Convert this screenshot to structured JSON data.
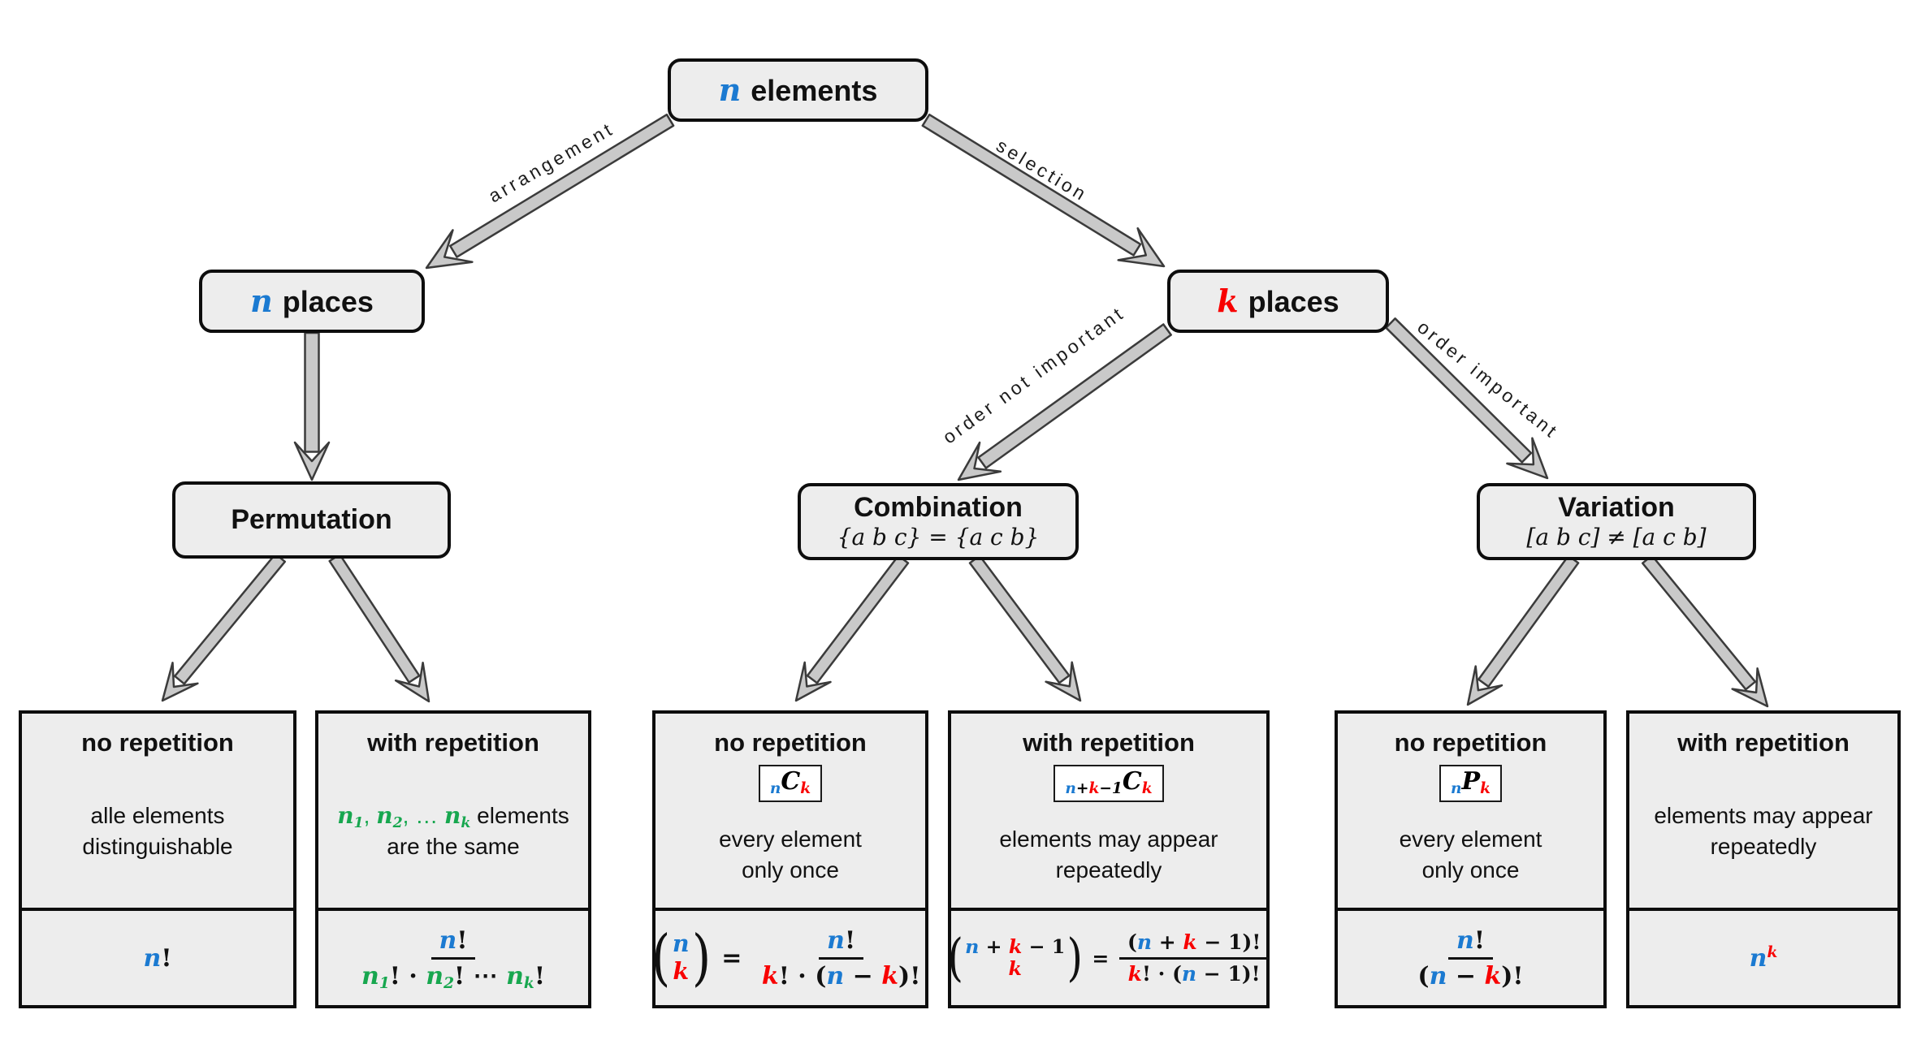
{
  "palette": {
    "blue": "#1B7AD1",
    "red": "#F80000",
    "green": "#17A74F",
    "node_fill": "#EDEDED",
    "node_border": "#0D0D0D",
    "arrow_fill": "#C9C9C9",
    "arrow_outline": "#3B3B3B",
    "background": "#FFFFFF"
  },
  "nodes": {
    "root": {
      "var": "n",
      "label": "elements"
    },
    "n_places": {
      "var": "n",
      "label": "places"
    },
    "k_places": {
      "var": "k",
      "label": "places"
    },
    "permutation": {
      "title": "Permutation",
      "subtitle": ""
    },
    "combination": {
      "title": "Combination",
      "subtitle": "{a b c} = {a c b}"
    },
    "variation": {
      "title": "Variation",
      "subtitle": "[a b c] ≠ [a c b]"
    }
  },
  "edges": {
    "arrangement": "arrangement",
    "selection": "selection",
    "order_not_important": "order not important",
    "order_important": "order important"
  },
  "leaves": [
    {
      "title": "no repetition",
      "sym": null,
      "desc": [
        [
          {
            "t": "alle elements"
          }
        ],
        [
          {
            "t": "distinguishable"
          }
        ]
      ],
      "formula": [
        {
          "t": "n",
          "c": "b",
          "v": true
        },
        {
          "t": "!"
        }
      ]
    },
    {
      "title": "with repetition",
      "sym": null,
      "desc": [
        [
          {
            "t": "n",
            "c": "g",
            "v": true,
            "sub": [
              {
                "t": "1",
                "c": "g"
              }
            ]
          },
          {
            "t": ", ",
            "c": "g"
          },
          {
            "t": "n",
            "c": "g",
            "v": true,
            "sub": [
              {
                "t": "2",
                "c": "g"
              }
            ]
          },
          {
            "t": ", … ",
            "c": "g"
          },
          {
            "t": "n",
            "c": "g",
            "v": true,
            "sub": [
              {
                "t": "k",
                "c": "g",
                "v": true
              }
            ]
          },
          {
            "t": " elements"
          }
        ],
        [
          {
            "t": "are the same"
          }
        ]
      ],
      "formula": [
        {
          "frac": {
            "num": [
              {
                "t": "n",
                "c": "b",
                "v": true
              },
              {
                "t": "!"
              }
            ],
            "den": [
              {
                "t": "n",
                "c": "g",
                "v": true,
                "sub": [
                  {
                    "t": "1",
                    "c": "g"
                  }
                ]
              },
              {
                "t": "! · "
              },
              {
                "t": "n",
                "c": "g",
                "v": true,
                "sub": [
                  {
                    "t": "2",
                    "c": "g"
                  }
                ]
              },
              {
                "t": "! ⋯ "
              },
              {
                "t": "n",
                "c": "g",
                "v": true,
                "sub": [
                  {
                    "t": "k",
                    "c": "g",
                    "v": true
                  }
                ]
              },
              {
                "t": "!"
              }
            ]
          }
        }
      ]
    },
    {
      "title": "no repetition",
      "sym": [
        {
          "presub": [
            {
              "t": "n",
              "c": "b",
              "v": true
            }
          ],
          "t": "C",
          "v": true,
          "sub": [
            {
              "t": "k",
              "c": "r",
              "v": true
            }
          ]
        }
      ],
      "desc": [
        [
          {
            "t": "every element"
          }
        ],
        [
          {
            "t": "only once"
          }
        ]
      ],
      "formula": [
        {
          "binom": {
            "top": [
              {
                "t": "n",
                "c": "b",
                "v": true
              }
            ],
            "bottom": [
              {
                "t": "k",
                "c": "r",
                "v": true
              }
            ]
          }
        },
        {
          "t": " = "
        },
        {
          "frac": {
            "num": [
              {
                "t": "n",
                "c": "b",
                "v": true
              },
              {
                "t": "!"
              }
            ],
            "den": [
              {
                "t": "k",
                "c": "r",
                "v": true
              },
              {
                "t": "! · ("
              },
              {
                "t": "n",
                "c": "b",
                "v": true
              },
              {
                "t": " − "
              },
              {
                "t": "k",
                "c": "r",
                "v": true
              },
              {
                "t": ")!"
              }
            ]
          }
        }
      ]
    },
    {
      "title": "with repetition",
      "sym": [
        {
          "presub": [
            {
              "t": "n",
              "c": "b",
              "v": true
            },
            {
              "t": "+"
            },
            {
              "t": "k",
              "c": "r",
              "v": true
            },
            {
              "t": "−1"
            }
          ],
          "t": "C",
          "v": true,
          "sub": [
            {
              "t": "k",
              "c": "r",
              "v": true
            }
          ]
        }
      ],
      "desc": [
        [
          {
            "t": "elements may appear"
          }
        ],
        [
          {
            "t": "repeatedly"
          }
        ]
      ],
      "formula": [
        {
          "binom": {
            "top": [
              {
                "t": "n",
                "c": "b",
                "v": true
              },
              {
                "t": " + "
              },
              {
                "t": "k",
                "c": "r",
                "v": true
              },
              {
                "t": " − 1"
              }
            ],
            "bottom": [
              {
                "t": "k",
                "c": "r",
                "v": true
              }
            ]
          }
        },
        {
          "t": " = "
        },
        {
          "frac": {
            "num": [
              {
                "t": "("
              },
              {
                "t": "n",
                "c": "b",
                "v": true
              },
              {
                "t": " + "
              },
              {
                "t": "k",
                "c": "r",
                "v": true
              },
              {
                "t": " − 1)!"
              }
            ],
            "den": [
              {
                "t": "k",
                "c": "r",
                "v": true
              },
              {
                "t": "! · ("
              },
              {
                "t": "n",
                "c": "b",
                "v": true
              },
              {
                "t": " − 1)!"
              }
            ]
          }
        }
      ]
    },
    {
      "title": "no repetition",
      "sym": [
        {
          "presub": [
            {
              "t": "n",
              "c": "b",
              "v": true
            }
          ],
          "t": "P",
          "v": true,
          "sub": [
            {
              "t": "k",
              "c": "r",
              "v": true
            }
          ]
        }
      ],
      "desc": [
        [
          {
            "t": "every element"
          }
        ],
        [
          {
            "t": "only once"
          }
        ]
      ],
      "formula": [
        {
          "frac": {
            "num": [
              {
                "t": "n",
                "c": "b",
                "v": true
              },
              {
                "t": "!"
              }
            ],
            "den": [
              {
                "t": "("
              },
              {
                "t": "n",
                "c": "b",
                "v": true
              },
              {
                "t": " − "
              },
              {
                "t": "k",
                "c": "r",
                "v": true
              },
              {
                "t": ")!"
              }
            ]
          }
        }
      ]
    },
    {
      "title": "with repetition",
      "sym": null,
      "desc": [
        [
          {
            "t": "elements may appear"
          }
        ],
        [
          {
            "t": "repeatedly"
          }
        ]
      ],
      "formula": [
        {
          "t": "n",
          "c": "b",
          "v": true,
          "sup": [
            {
              "t": "k",
              "c": "r",
              "v": true
            }
          ]
        }
      ]
    }
  ]
}
